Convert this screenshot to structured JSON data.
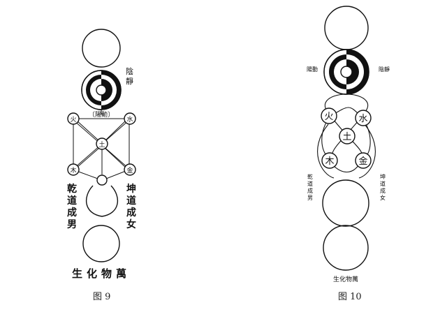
{
  "figure9": {
    "caption": "图 9",
    "labels": {
      "yin_jing": [
        "陰",
        "靜"
      ],
      "yang_dong": "〔陽動〕",
      "fire": "火",
      "water": "水",
      "earth": "土",
      "wood": "木",
      "metal": "金",
      "qian_dao": [
        "乾",
        "道",
        "成",
        "男"
      ],
      "kun_dao": [
        "坤",
        "道",
        "成",
        "女"
      ],
      "wanwu": "生化物萬"
    }
  },
  "figure10": {
    "caption": "图 10",
    "labels": {
      "yang_dong": [
        "陽",
        "動"
      ],
      "yin_jing": [
        "陰",
        "靜"
      ],
      "fire": "火",
      "water": "水",
      "earth": "土",
      "wood": "木",
      "metal": "金",
      "qian_dao": [
        "乾",
        "道",
        "成",
        "男"
      ],
      "kun_dao": [
        "坤",
        "道",
        "成",
        "女"
      ],
      "wanwu": "生化物萬"
    }
  }
}
